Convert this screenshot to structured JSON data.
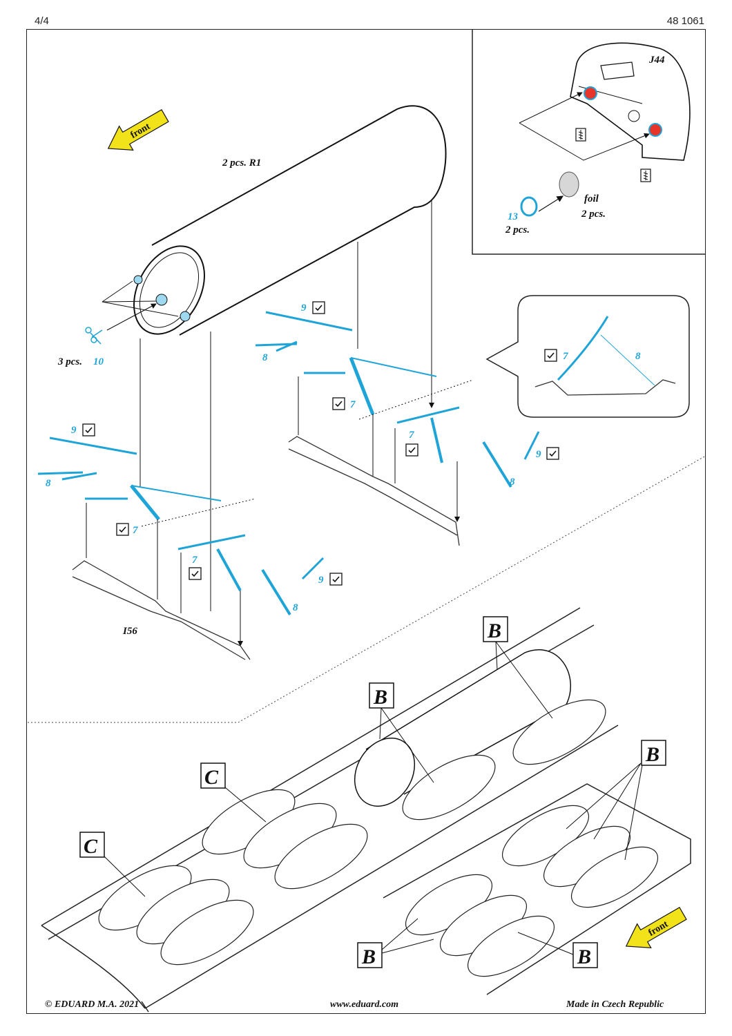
{
  "header": {
    "page": "4/4",
    "catalog_number": "48 1061"
  },
  "footer": {
    "copyright": "© EDUARD  M.A. 2021",
    "website": "www.eduard.com",
    "origin": "Made in Czech Republic"
  },
  "labels": {
    "front_arrow_text": "front",
    "tank": "2 pcs. R1",
    "scissors_qty": "3 pcs.",
    "scissors_part": "10",
    "inset_part": "J44",
    "foil": "foil",
    "foil_qty": "2 pcs.",
    "ring_part": "13",
    "ring_qty": "2 pcs.",
    "detail_7": "7",
    "detail_8": "8",
    "part_7": "7",
    "part_8": "8",
    "part_9": "9",
    "rail_part": "I56",
    "box_b": "B",
    "box_c": "C"
  },
  "colors": {
    "pe_blue": "#1fa4d8",
    "arrow_yellow": "#f2e21a",
    "marker_red": "#e8352a",
    "line": "#222222"
  },
  "icons": [
    "front-arrow-icon",
    "scissors-icon",
    "bend-check-icon",
    "drill-icon"
  ]
}
